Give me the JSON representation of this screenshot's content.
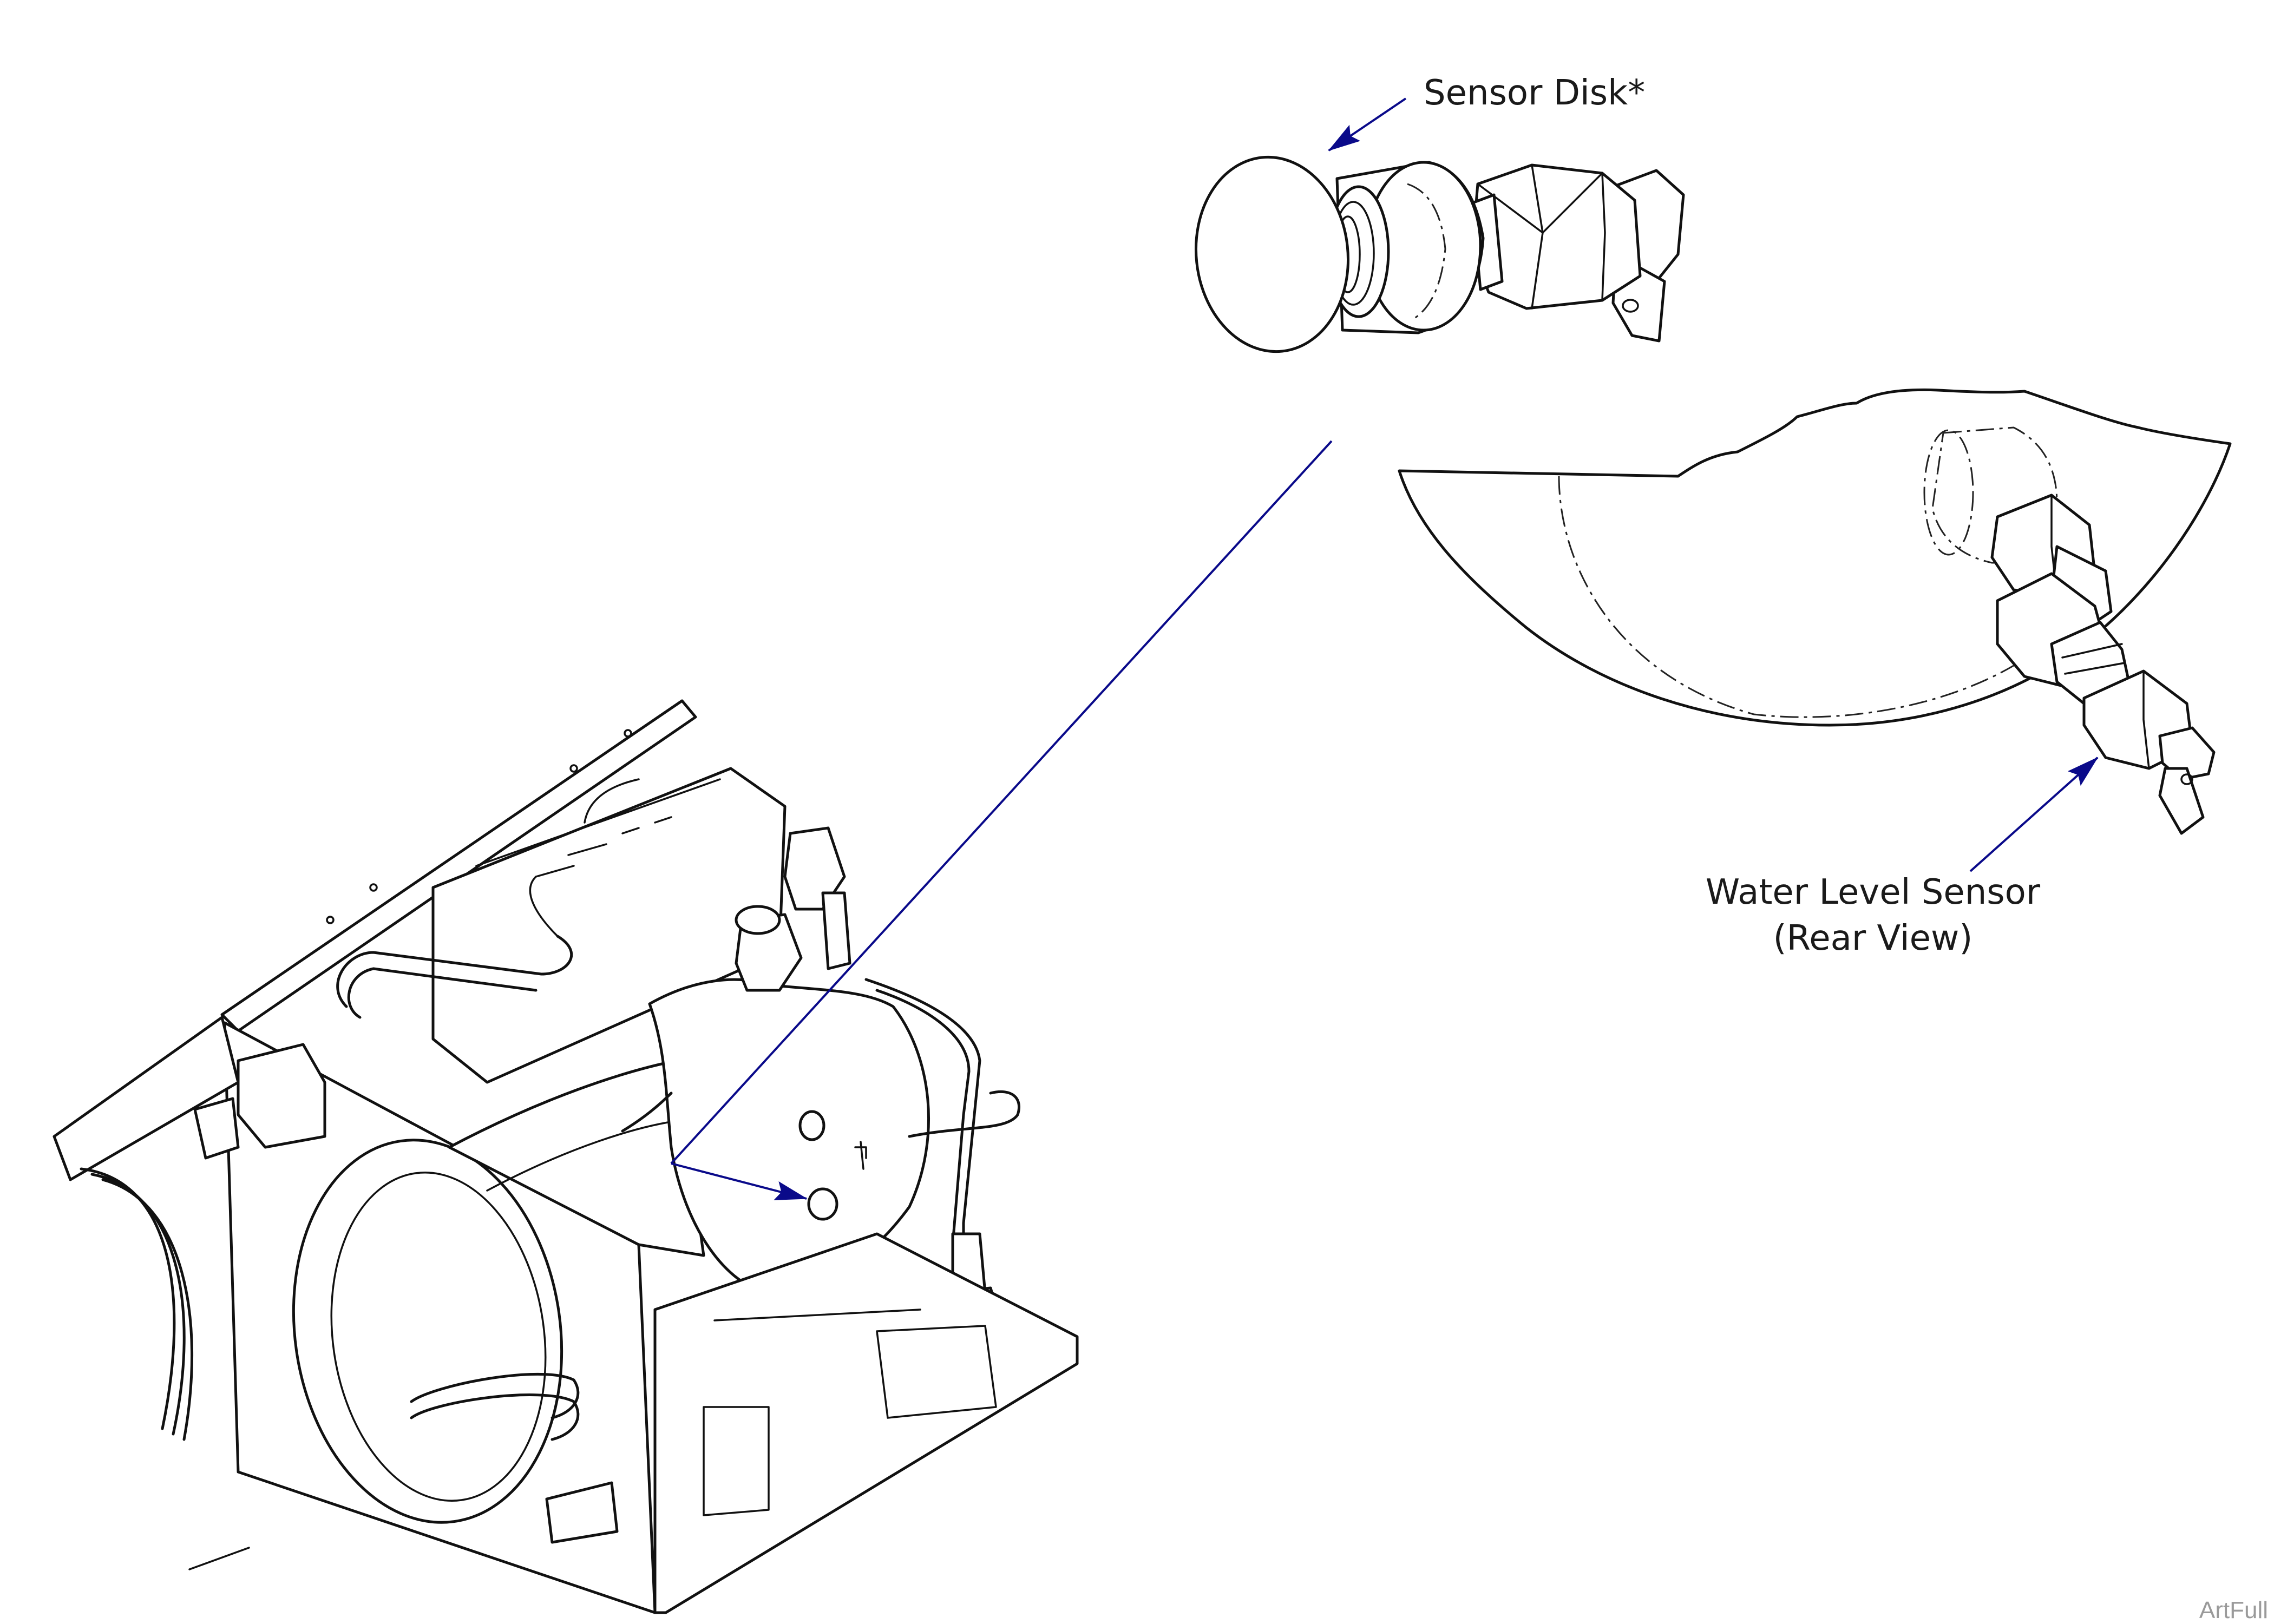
{
  "labels": {
    "sensor_disk": "Sensor Disk*",
    "water_level_line1": "Water Level Sensor",
    "water_level_line2": "(Rear View)",
    "corner_mark": "ArtFull"
  },
  "colors": {
    "leader": "#0a0a8a",
    "ink": "#111111",
    "background": "#ffffff"
  }
}
